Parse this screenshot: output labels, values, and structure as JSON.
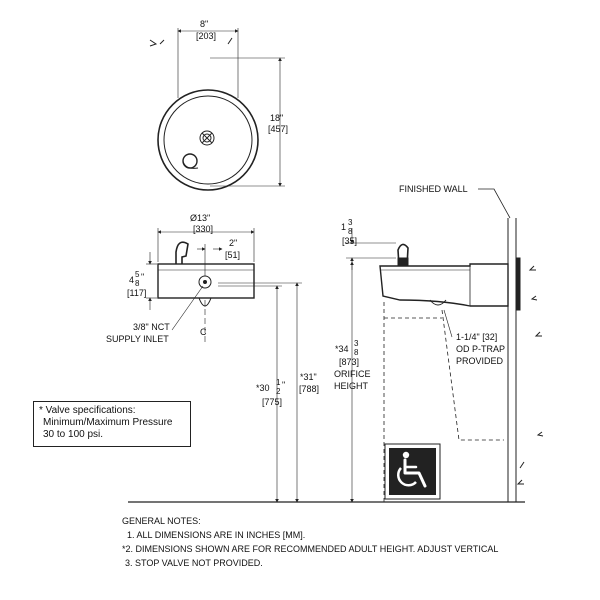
{
  "top_view": {
    "width_dim": "8\"",
    "width_dim_mm": "[203]",
    "depth_dim": "18\"",
    "depth_dim_mm": "[457]"
  },
  "front_view": {
    "diameter_dim": "Ø13\"",
    "diameter_dim_mm": "[330]",
    "offset_dim": "2\"",
    "offset_dim_mm": "[51]",
    "bowl_height_whole": "4",
    "bowl_height_num": "5",
    "bowl_height_den": "8",
    "bowl_height_unit": "\"",
    "bowl_height_mm": "[117]",
    "supply_inlet_line1": "3/8\" NCT",
    "supply_inlet_line2": "SUPPLY INLET",
    "centerline_symbol": "C",
    "dim_31": "*31\"",
    "dim_31_mm": "[788]",
    "dim_30_whole": "*30",
    "dim_30_num": "1",
    "dim_30_den": "2",
    "dim_30_unit": "\"",
    "dim_30_mm": "[775]"
  },
  "side_view": {
    "finished_wall": "FINISHED WALL",
    "top_dim_whole": "1",
    "top_dim_num": "3",
    "top_dim_den": "8",
    "top_dim_mm": "[35]",
    "orifice_whole": "*34",
    "orifice_num": "3",
    "orifice_den": "8",
    "orifice_mm": "[873]",
    "orifice_label1": "ORIFICE",
    "orifice_label2": "HEIGHT",
    "ptrap_line1": "1-1/4\" [32]",
    "ptrap_line2": "OD P-TRAP",
    "ptrap_line3": "PROVIDED"
  },
  "valve_note": {
    "line1": "* Valve specifications:",
    "line2": "Minimum/Maximum Pressure",
    "line3": "30 to 100 psi."
  },
  "general_notes": {
    "title": "GENERAL NOTES:",
    "note1": "1. ALL DIMENSIONS ARE IN INCHES [MM].",
    "note2": "*2. DIMENSIONS SHOWN ARE FOR RECOMMENDED ADULT HEIGHT. ADJUST VERTICAL",
    "note3": "3. STOP VALVE NOT PROVIDED."
  }
}
